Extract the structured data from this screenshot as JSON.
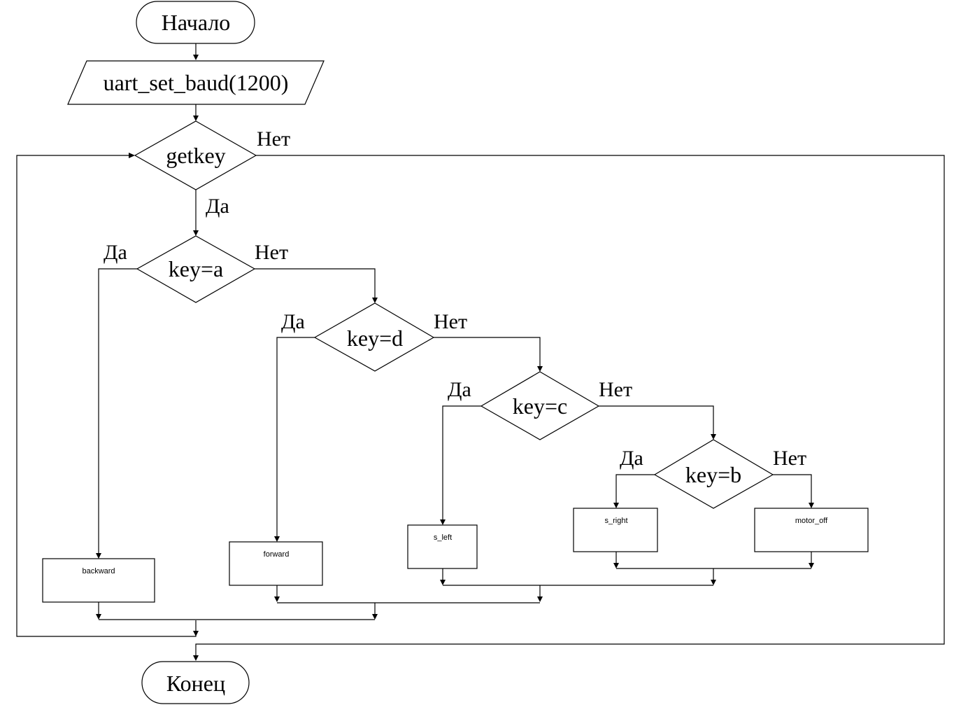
{
  "start": "Начало",
  "io": "uart_set_baud(1200)",
  "decisions": {
    "getkey": "getkey",
    "key_a": "key=a",
    "key_d": "key=d",
    "key_c": "key=c",
    "key_b": "key=b"
  },
  "branch_labels": {
    "getkey_no": "Нет",
    "getkey_yes": "Да",
    "key_a_yes": "Да",
    "key_a_no": "Нет",
    "key_d_yes": "Да",
    "key_d_no": "Нет",
    "key_c_yes": "Да",
    "key_c_no": "Нет",
    "key_b_yes": "Да",
    "key_b_no": "Нет"
  },
  "processes": {
    "backward": "backward",
    "forward": "forward",
    "s_left": "s_left",
    "s_right": "s_right",
    "motor_off": "motor_off"
  },
  "end": "Конец"
}
